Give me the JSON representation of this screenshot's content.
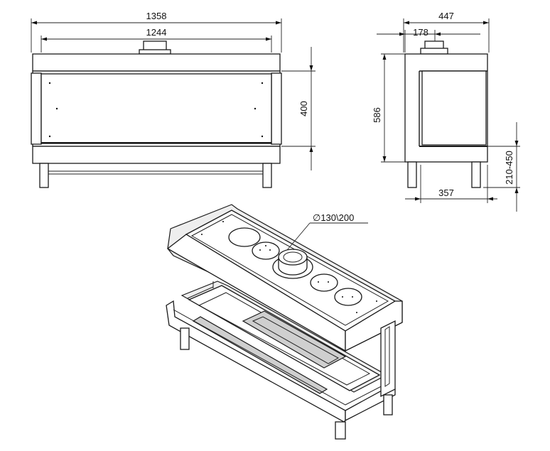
{
  "front_view": {
    "overall_width": "1358",
    "inner_width": "1244",
    "glass_height": "400"
  },
  "side_view": {
    "overall_depth": "447",
    "flue_offset": "178",
    "glass_height": "586",
    "leg_height": "210-450",
    "base_depth": "357"
  },
  "iso_view": {
    "flue_diameter": "∅130\\200"
  }
}
